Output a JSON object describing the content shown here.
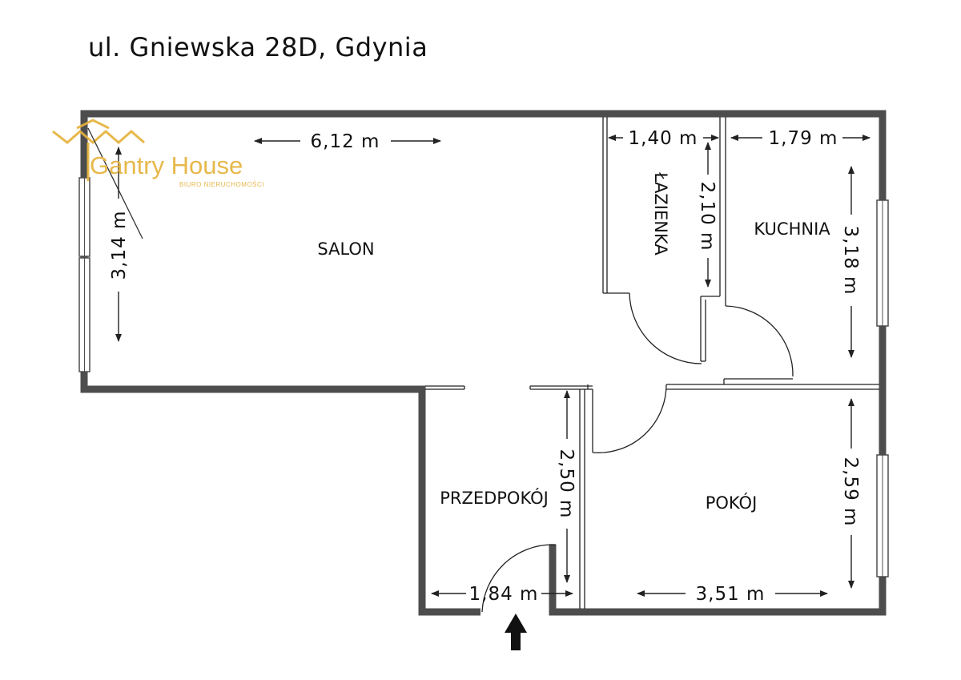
{
  "title": "ul. Gniewska 28D, Gdynia",
  "logo": {
    "name": "Gantry House",
    "subtitle": "BIURO NIERUCHOMOŚCI",
    "color": "#e6b23c"
  },
  "colors": {
    "wall": "#4d4d4d",
    "line": "#222222",
    "text": "#111111"
  },
  "rooms": {
    "salon": "SALON",
    "lazienka": "ŁAZIENKA",
    "kuchnia": "KUCHNIA",
    "przedpokoj": "PRZEDPOKÓJ",
    "pokoj": "POKÓJ"
  },
  "dimensions": {
    "salon_width": "6,12 m",
    "salon_height": "3,14 m",
    "lazienka_width": "1,40 m",
    "lazienka_height": "2,10 m",
    "kuchnia_width": "1,79 m",
    "kuchnia_height": "3,18 m",
    "przedpokoj_height": "2,50 m",
    "przedpokoj_width": "1,84 m",
    "pokoj_height": "2,59 m",
    "pokoj_width": "3,51 m"
  },
  "entrance_icon": "entrance-arrow-icon"
}
